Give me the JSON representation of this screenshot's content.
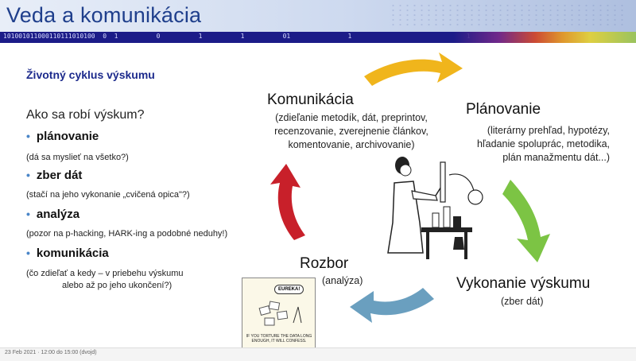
{
  "slide": {
    "title": "Veda a komunikácia",
    "binary_strip": "101001011000110111010100  0  1          0          1          1          01               1                              1",
    "subtitle": "Životný cyklus výskumu",
    "question": "Ako sa robí výskum?",
    "items": [
      {
        "label": "plánovanie",
        "note": "(dá sa myslieť na všetko?)"
      },
      {
        "label": "zber dát",
        "note": "(stačí na jeho vykonanie „cvičená opica\"?)"
      },
      {
        "label": "analýza",
        "note": "(pozor na p-hacking, HARK-ing a podobné neduhy!)"
      },
      {
        "label": "komunikácia",
        "note_line1": "(čo zdieľať a kedy – v priebehu výskumu",
        "note_line2": "alebo až po jeho ukončení?)"
      }
    ]
  },
  "cycle": {
    "komunikacia": {
      "title": "Komunikácia",
      "line1": "(zdieľanie metodík, dát, preprintov,",
      "line2": "recenzovanie, zverejnenie článkov,",
      "line3": "komentovanie, archivovanie)"
    },
    "planovanie": {
      "title": "Plánovanie",
      "line1": "(literárny prehľad, hypotézy,",
      "line2": "hľadanie spoluprác, metodika,",
      "line3": "plán manažmentu dát...)"
    },
    "vykonanie": {
      "title": "Vykonanie výskumu",
      "sub": "(zber dát)"
    },
    "rozbor": {
      "title": "Rozbor",
      "sub": "(analýza)"
    }
  },
  "comic": {
    "bubble": "EUREKA!",
    "caption": "IF YOU TORTURE THE DATA LONG ENOUGH, IT WILL CONFESS."
  },
  "footer": {
    "text": "23 Feb 2021 · 12:00 do 15:00 (dvojd)"
  },
  "colors": {
    "title": "#1f3f8c",
    "bar": "#1c1c88",
    "arrow_yellow": "#f0b51c",
    "arrow_green": "#7cc444",
    "arrow_blue": "#6a9fbf",
    "arrow_red": "#c8202a"
  }
}
